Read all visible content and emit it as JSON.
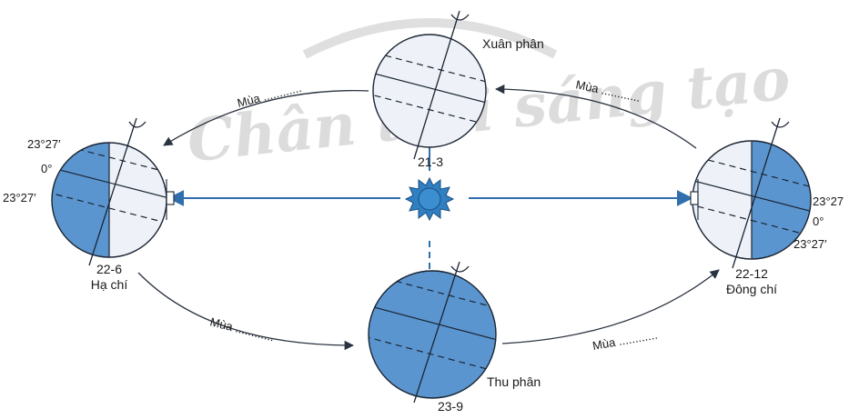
{
  "watermark": "Chân trời sáng tạo",
  "positions": {
    "spring": {
      "date": "21-3",
      "name": "Xuân phân"
    },
    "summer": {
      "date": "22-6",
      "name": "Hạ chí"
    },
    "autumn": {
      "date": "23-9",
      "name": "Thu phân"
    },
    "winter": {
      "date": "22-12",
      "name": "Đông chí"
    }
  },
  "latitudes": {
    "tropic_north": "23°27′",
    "equator": "0°",
    "tropic_south": "23°27′",
    "right_tropic_north": "23°27"
  },
  "season_blanks": {
    "top_left": "Mùa ............",
    "top_right": "Mùa ............",
    "bottom_left": "Mùa ............",
    "bottom_right": "Mùa ............"
  },
  "colors": {
    "ocean_blue": "#5b95cf",
    "light_side": "#eef2f8",
    "line": "#1a2533",
    "sun": "#2f7fc2",
    "arrow": "#333333"
  }
}
